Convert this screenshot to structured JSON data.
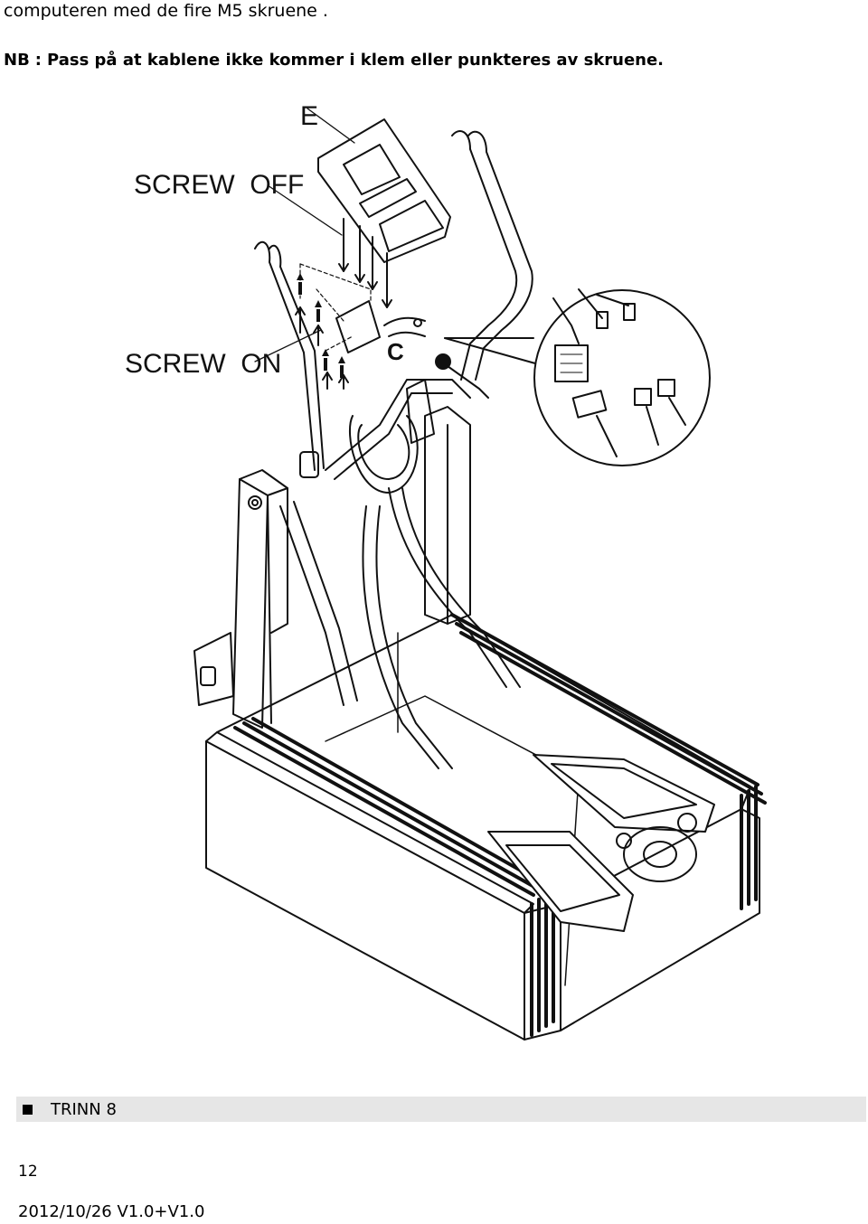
{
  "instruction_line": "computeren med de fire M5 skruene .",
  "note": {
    "prefix": "NB",
    "separator": ":",
    "text": "Pass på at kablene ikke kommer i klem eller punkteres av skruene."
  },
  "diagram": {
    "label_e": "E",
    "label_c": "C",
    "label_screw_off": "SCREW  OFF",
    "label_screw_on": "SCREW  ON"
  },
  "step": {
    "label": "TRINN 8"
  },
  "footer": {
    "page_number": "12",
    "version": "2012/10/26 V1.0+V1.0"
  }
}
